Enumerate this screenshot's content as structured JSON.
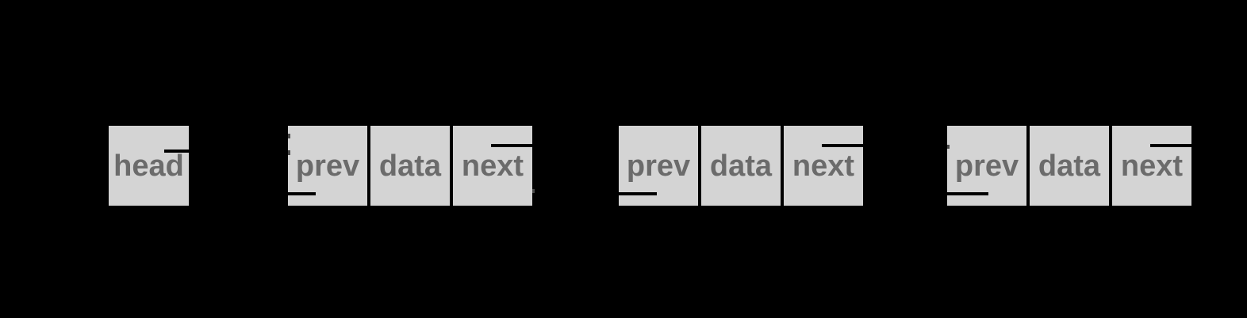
{
  "diagram": {
    "type": "doubly-linked-list",
    "background": "#000000",
    "palette": {
      "box_fill": "#d4d4d4",
      "label_color": "#6b6b6b",
      "pointer_color": "#000000",
      "arrowhead_color": "#4a4a4a"
    },
    "head": {
      "label": "head"
    },
    "nodes": [
      {
        "prev_label": "prev",
        "data_label": "data",
        "next_label": "next"
      },
      {
        "prev_label": "prev",
        "data_label": "data",
        "next_label": "next"
      },
      {
        "prev_label": "prev",
        "data_label": "data",
        "next_label": "next"
      }
    ]
  }
}
